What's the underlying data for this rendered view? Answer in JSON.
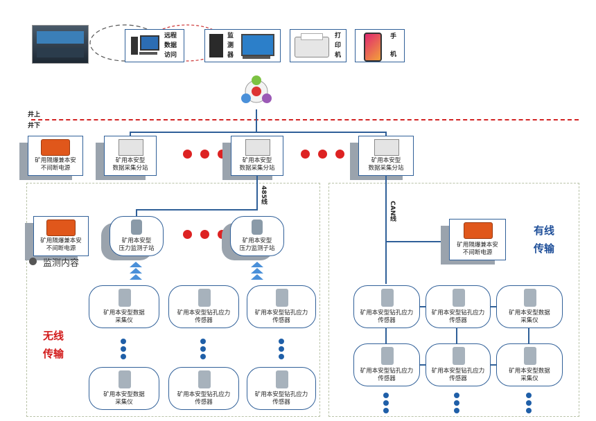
{
  "top": {
    "remote_access": "远程\n数据\n访问",
    "monitor": "监\n测\n器",
    "printer": "打\n印\n机",
    "phone": "手\n\n机"
  },
  "divider": {
    "above": "井上",
    "below": "井下"
  },
  "substations": {
    "ups_left": "矿用隔爆兼本安\n不间断电源",
    "collector_1": "矿用本安型\n数据采集分站",
    "collector_2": "矿用本安型\n数据采集分站",
    "collector_3": "矿用本安型\n数据采集分站"
  },
  "wireless": {
    "bus_label": "485线",
    "ups": "矿用隔爆兼本安\n不间断电源",
    "pressure_1": "矿用本安型\n压力监测子站",
    "pressure_2": "矿用本安型\n压力监测子站",
    "legend": "监测内容",
    "title": "无线\n传输",
    "devices_row1": [
      "矿用本安型数据\n采集仪",
      "矿用本安型钻孔应力\n传感器",
      "矿用本安型钻孔应力\n传感器"
    ],
    "devices_row2": [
      "矿用本安型数据\n采集仪",
      "矿用本安型钻孔应力\n传感器",
      "矿用本安型钻孔应力\n传感器"
    ]
  },
  "wired": {
    "bus_label": "CAN线",
    "ups": "矿用隔爆兼本安\n不间断电源",
    "title": "有线\n传输",
    "devices_row1": [
      "矿用本安型钻孔应力\n传感器",
      "矿用本安型钻孔应力\n传感器",
      "矿用本安型数据\n采集仪"
    ],
    "devices_row2": [
      "矿用本安型钻孔应力\n传感器",
      "矿用本安型钻孔应力\n传感器",
      "矿用本安型数据\n采集仪"
    ]
  },
  "colors": {
    "accent": "#2f5f98",
    "divider": "#d22222",
    "wireless_title": "#d21a1a",
    "wired_title": "#1f4f99"
  }
}
